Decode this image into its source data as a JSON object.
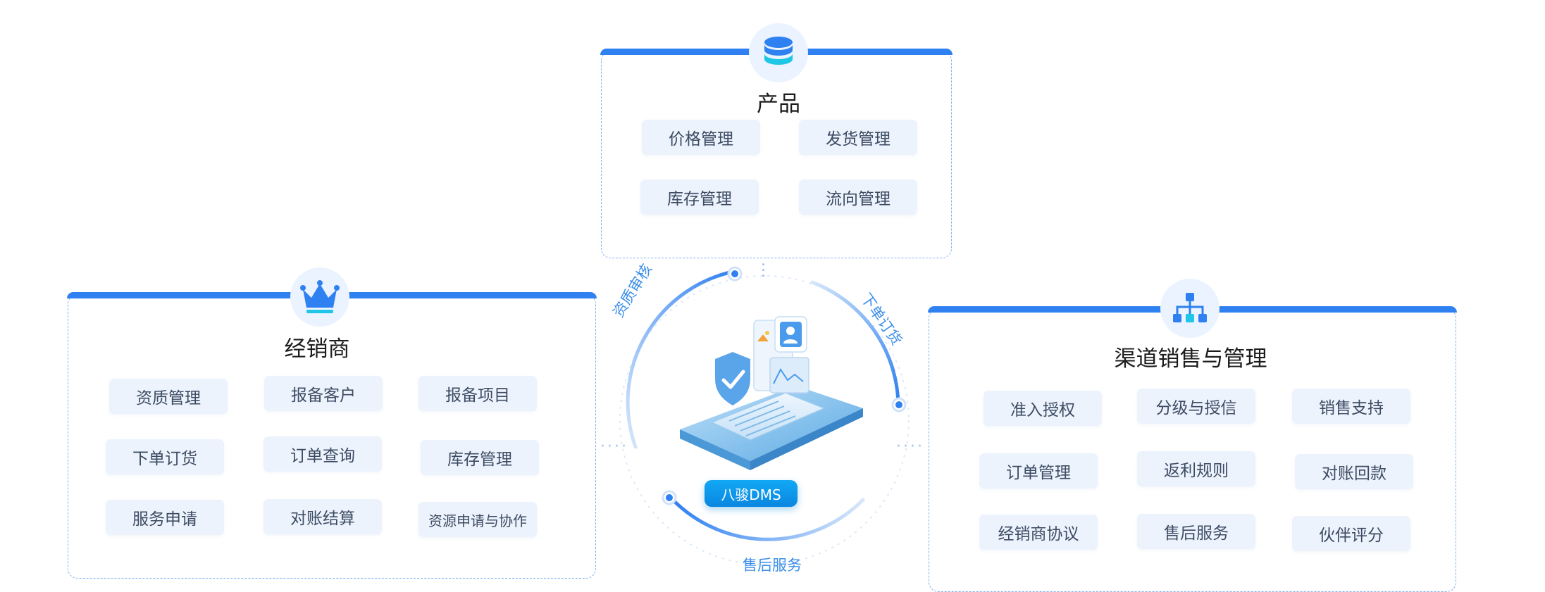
{
  "product": {
    "title": "产品",
    "items": [
      "价格管理",
      "发货管理",
      "库存管理",
      "流向管理"
    ]
  },
  "dealer": {
    "title": "经销商",
    "items": [
      "资质管理",
      "报备客户",
      "报备项目",
      "下单订货",
      "订单查询",
      "库存管理",
      "服务申请",
      "对账结算",
      "资源申请与协作"
    ]
  },
  "channel": {
    "title": "渠道销售与管理",
    "items": [
      "准入授权",
      "分级与授信",
      "销售支持",
      "订单管理",
      "返利规则",
      "对账回款",
      "经销商协议",
      "售后服务",
      "伙伴评分"
    ]
  },
  "center": {
    "badge": "八骏DMS",
    "arc_labels": {
      "left": "资质审核",
      "right": "下单订货",
      "bottom": "售后服务"
    }
  },
  "icons": {
    "product": "database-icon",
    "dealer": "crown-icon",
    "channel": "org-chart-icon"
  },
  "colors": {
    "accent": "#2f80f0",
    "item_bg": "#ecf3fd",
    "badge": "#0a86e0",
    "arc": "#3e8fe8"
  }
}
